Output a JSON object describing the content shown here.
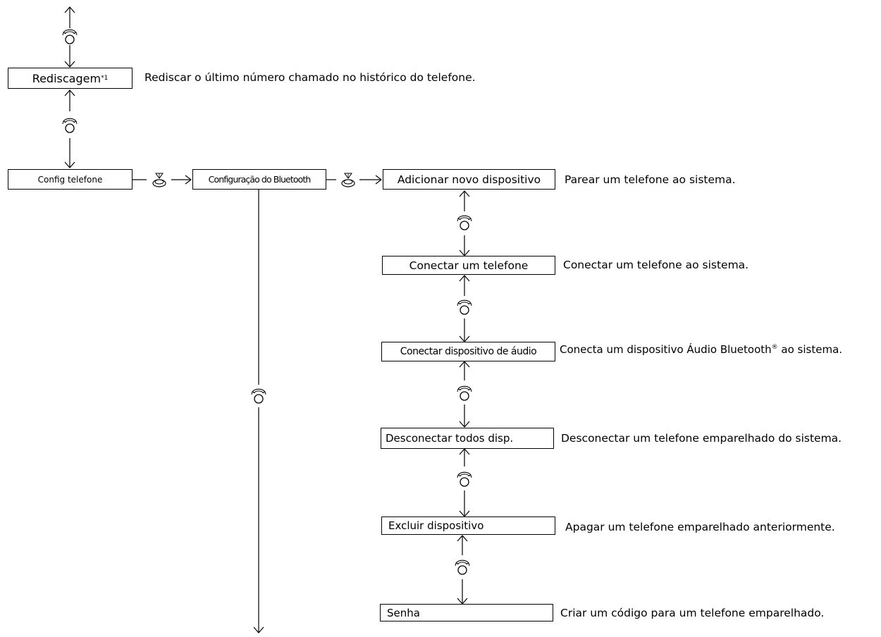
{
  "menu": {
    "redial": {
      "label": "Rediscagem",
      "footnote": "*1",
      "description": "Rediscar o último número chamado no histórico do telefone."
    },
    "phone_setup": {
      "label": "Config telefone"
    },
    "bluetooth_setup": {
      "label": "Configuração do Bluetooth"
    },
    "items": [
      {
        "label": "Adicionar novo dispositivo",
        "description": "Parear um telefone ao sistema."
      },
      {
        "label": "Conectar um telefone",
        "description": "Conectar um telefone ao sistema."
      },
      {
        "label": "Conectar dispositivo de áudio",
        "description_prefix": "Conecta um dispositivo Áudio Bluetooth",
        "description_mark": "®",
        "description_suffix": " ao sistema."
      },
      {
        "label": "Desconectar todos disp.",
        "description": "Desconectar um telefone emparelhado do sistema."
      },
      {
        "label": "Excluir dispositivo",
        "description": "Apagar um telefone emparelhado anteriormente."
      },
      {
        "label": "Senha",
        "description": "Criar um código para um telefone emparelhado."
      }
    ]
  }
}
